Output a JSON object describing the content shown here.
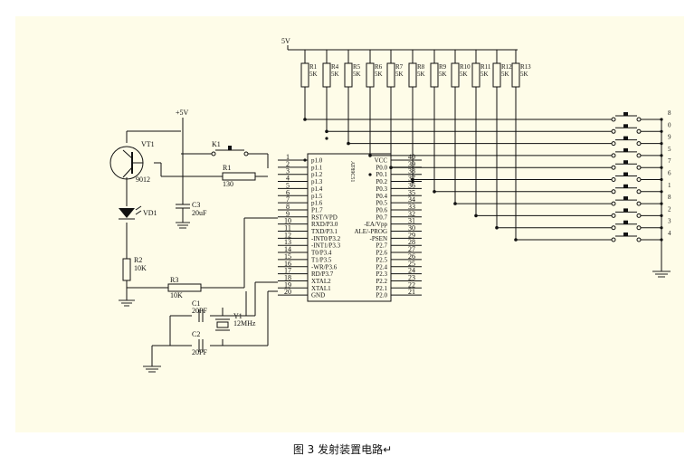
{
  "caption": "图 3 发射装置电路↵",
  "supply_labels": {
    "top": "5V",
    "left": "+5V"
  },
  "transistor": {
    "ref": "VT1",
    "part": "9012"
  },
  "switch": {
    "ref": "K1"
  },
  "r1": {
    "ref": "R1",
    "value": "130"
  },
  "cap3": {
    "ref": "C3",
    "value": "20uF"
  },
  "led": {
    "ref": "VD1"
  },
  "r2": {
    "ref": "R2",
    "value": "10K"
  },
  "r3": {
    "ref": "R3",
    "value": "10K"
  },
  "c1": {
    "ref": "C1",
    "value": "20PF"
  },
  "c2": {
    "ref": "C2",
    "value": "20PF"
  },
  "crystal": {
    "ref": "Y1",
    "value": "12MHz"
  },
  "chip": {
    "name": "AT89C51"
  },
  "pull_ups": [
    {
      "ref": "R1",
      "value": "5K"
    },
    {
      "ref": "R4",
      "value": "5K"
    },
    {
      "ref": "R5",
      "value": "5K"
    },
    {
      "ref": "R6",
      "value": "5K"
    },
    {
      "ref": "R7",
      "value": "5K"
    },
    {
      "ref": "R8",
      "value": "5K"
    },
    {
      "ref": "R9",
      "value": "5K"
    },
    {
      "ref": "R10",
      "value": "5K"
    },
    {
      "ref": "R11",
      "value": "5K"
    },
    {
      "ref": "R12",
      "value": "5K"
    },
    {
      "ref": "R13",
      "value": "5K"
    }
  ],
  "left_pins": [
    {
      "num": "1",
      "name": "p1.0"
    },
    {
      "num": "2",
      "name": "p1.1"
    },
    {
      "num": "3",
      "name": "p1.2"
    },
    {
      "num": "4",
      "name": "p1.3"
    },
    {
      "num": "5",
      "name": "p1.4"
    },
    {
      "num": "6",
      "name": "p1.5"
    },
    {
      "num": "7",
      "name": "p1.6"
    },
    {
      "num": "8",
      "name": "P1.7"
    },
    {
      "num": "9",
      "name": "RST/VPD"
    },
    {
      "num": "10",
      "name": "RXD/P3.0"
    },
    {
      "num": "11",
      "name": "TXD/P3.1"
    },
    {
      "num": "12",
      "name": "-INT0/P3.2"
    },
    {
      "num": "13",
      "name": "-INT1/P3.3"
    },
    {
      "num": "14",
      "name": "T0/P3.4"
    },
    {
      "num": "15",
      "name": "T1/P3.5"
    },
    {
      "num": "16",
      "name": "-WR/P3.6"
    },
    {
      "num": "17",
      "name": "RD/P3.7"
    },
    {
      "num": "18",
      "name": "XTAL2"
    },
    {
      "num": "19",
      "name": "XTAL1"
    },
    {
      "num": "20",
      "name": "GND"
    }
  ],
  "right_pins": [
    {
      "num": "40",
      "name": "VCC"
    },
    {
      "num": "39",
      "name": "P0.0"
    },
    {
      "num": "38",
      "name": "P0.1"
    },
    {
      "num": "37",
      "name": "P0.2"
    },
    {
      "num": "36",
      "name": "P0.3"
    },
    {
      "num": "35",
      "name": "P0.4"
    },
    {
      "num": "34",
      "name": "P0.5"
    },
    {
      "num": "33",
      "name": "P0.6"
    },
    {
      "num": "32",
      "name": "P0.7"
    },
    {
      "num": "31",
      "name": "-EA/Vpp"
    },
    {
      "num": "30",
      "name": "ALE/-PROG"
    },
    {
      "num": "29",
      "name": "-PSEN"
    },
    {
      "num": "28",
      "name": "P2.7"
    },
    {
      "num": "27",
      "name": "P2.6"
    },
    {
      "num": "26",
      "name": "P2.5"
    },
    {
      "num": "25",
      "name": "P2.4"
    },
    {
      "num": "24",
      "name": "P2.3"
    },
    {
      "num": "23",
      "name": "P2.2"
    },
    {
      "num": "22",
      "name": "P2.1"
    },
    {
      "num": "21",
      "name": "P2.0"
    }
  ],
  "keys": [
    "8",
    "0",
    "9",
    "5",
    "7",
    "6",
    "1",
    "8",
    "2",
    "3",
    "4"
  ],
  "colors": {
    "board": "#fefce8",
    "wire": "#111111",
    "chip_label": "#333333",
    "ground": "#222222"
  }
}
